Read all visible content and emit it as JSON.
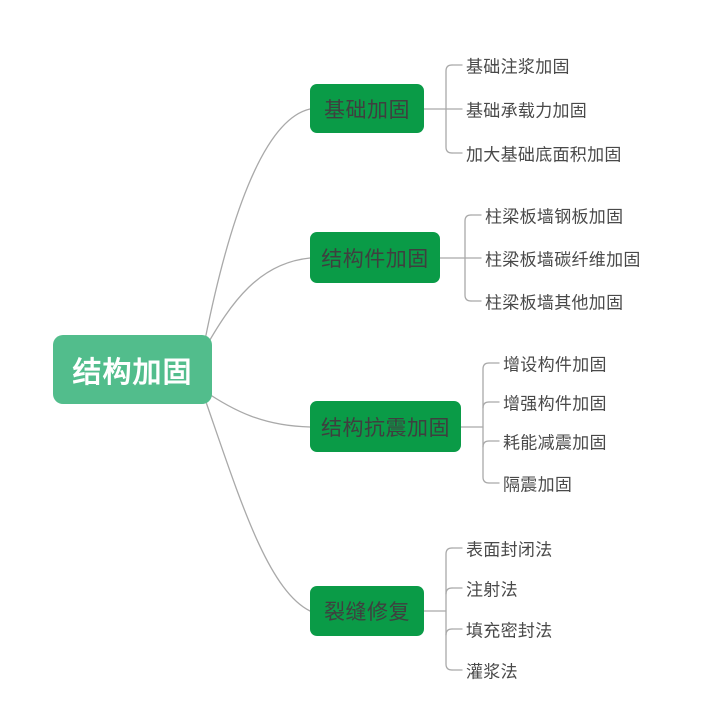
{
  "diagram": {
    "type": "mind-map",
    "title": "结构加固",
    "colors": {
      "root_fill": "#52bd8c",
      "root_text": "#ffffff",
      "branch_fill": "#0a9b47",
      "branch_text": "#3f3f3f",
      "leaf_text": "#494949",
      "connector": "#a9a9a9",
      "background": "#ffffff"
    },
    "root": {
      "label": "结构加固"
    },
    "branches": [
      {
        "label": "基础加固",
        "leaves": [
          "基础注浆加固",
          "基础承载力加固",
          "加大基础底面积加固"
        ]
      },
      {
        "label": "结构件加固",
        "leaves": [
          "柱梁板墙钢板加固",
          "柱梁板墙碳纤维加固",
          "柱梁板墙其他加固"
        ]
      },
      {
        "label": "结构抗震加固",
        "leaves": [
          "增设构件加固",
          "增强构件加固",
          "耗能减震加固",
          "隔震加固"
        ]
      },
      {
        "label": "裂缝修复",
        "leaves": [
          "表面封闭法",
          "注射法",
          "填充密封法",
          "灌浆法"
        ]
      }
    ]
  }
}
